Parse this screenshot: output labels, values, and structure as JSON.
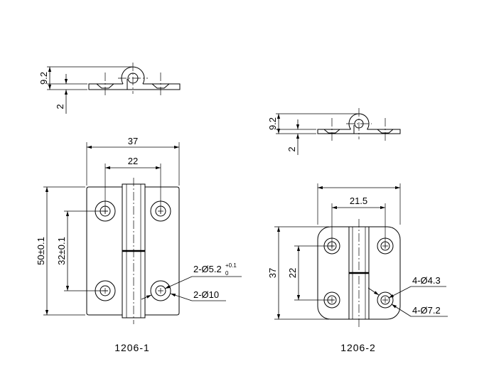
{
  "drawing_1206_1": {
    "label": "1206-1",
    "side_view": {
      "overall_height_dim": "9.2",
      "plate_thickness_dim": "2"
    },
    "front_view": {
      "overall_width_dim": "37",
      "hole_pitch_horizontal_dim": "22",
      "overall_height_dim": "50±0.1",
      "hole_pitch_vertical_dim": "32±0.1",
      "through_hole_callout": "2-Ø5.2",
      "through_hole_tolerance_upper": "+0.1",
      "through_hole_tolerance_lower": "0",
      "countersink_callout": "2-Ø10"
    }
  },
  "drawing_1206_2": {
    "label": "1206-2",
    "side_view": {
      "overall_height_dim": "9.2",
      "plate_thickness_dim": "2"
    },
    "front_view": {
      "hole_pitch_horizontal_dim": "21.5",
      "overall_height_dim": "37",
      "hole_pitch_vertical_dim": "22",
      "through_hole_callout": "4-Ø4.3",
      "countersink_callout": "4-Ø7.2"
    }
  },
  "colors": {
    "line": "#000000",
    "background": "#ffffff"
  }
}
